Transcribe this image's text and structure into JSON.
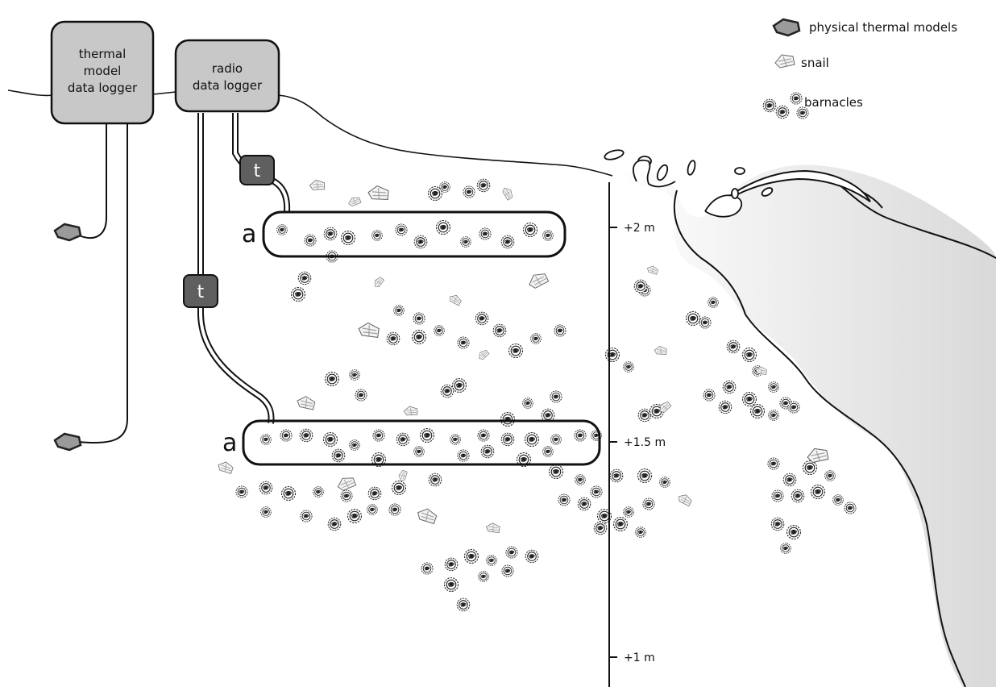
{
  "loggers": {
    "thermal": [
      "thermal",
      "model",
      "data logger"
    ],
    "radio": [
      "radio",
      "data logger"
    ]
  },
  "tags": {
    "t_label": "t"
  },
  "transects": {
    "a_label": "a"
  },
  "height_scale": [
    "+2 m",
    "+1.5 m",
    "+1 m"
  ],
  "legend": {
    "thermal_models": "physical thermal models",
    "snail": "snail",
    "barnacles": "barnacles"
  },
  "colors": {
    "logger_fill": "#c8c8c8",
    "tag_fill": "#5f5f5f",
    "water_fill": "#e6e6e6",
    "thermal_model_fill": "#9a9a9a"
  }
}
